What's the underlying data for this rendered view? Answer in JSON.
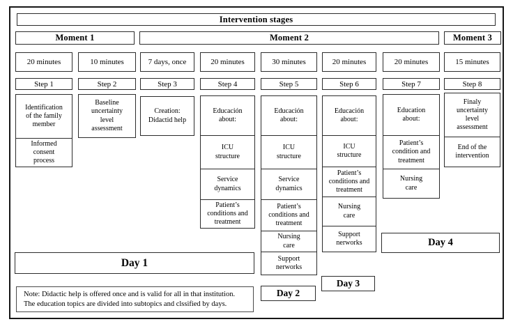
{
  "title": "Intervention stages",
  "moments": {
    "m1": "Moment 1",
    "m2": "Moment 2",
    "m3": "Moment 3"
  },
  "columns": [
    {
      "time": "20 minutes",
      "step": "Step 1",
      "items": [
        "Identification\nof the family\nmember",
        "Informed\nconsent\nprocess"
      ]
    },
    {
      "time": "10 minutes",
      "step": "Step 2",
      "items": [
        "Baseline\nuncertainty\nlevel\nassessment"
      ]
    },
    {
      "time": "7 days, once",
      "step": "Step 3",
      "items": [
        "Creation:\nDidactid help"
      ]
    },
    {
      "time": "20 minutes",
      "step": "Step 4",
      "items": [
        "Educación\nabout:",
        "ICU\nstructure",
        "Service\ndynamics",
        "Patient’s\nconditions and\ntreatment"
      ]
    },
    {
      "time": "30 minutes",
      "step": "Step 5",
      "items": [
        "Educación\nabout:",
        "ICU\nstructure",
        "Service\ndynamics",
        "Patient’s\nconditions and\ntreatment",
        "Nursing\ncare",
        "Support\nnerworks"
      ]
    },
    {
      "time": "20 minutes",
      "step": "Step 6",
      "items": [
        "Educación\nabout:",
        "ICU\nstructure",
        "Patient’s\nconditions and\ntreatment",
        "Nursing\ncare",
        "Support\nnerworks"
      ]
    },
    {
      "time": "20 minutes",
      "step": "Step 7",
      "items": [
        "Education\nabout:",
        "Patient’s\ncondition and\ntreatment",
        "Nursing\ncare"
      ]
    },
    {
      "time": "15 minutes",
      "step": "Step 8",
      "items": [
        "Finaly\nuncertainty\nlevel\nassessment",
        "End of the\nintervention"
      ]
    }
  ],
  "days": {
    "d1": "Day 1",
    "d2": "Day 2",
    "d3": "Day 3",
    "d4": "Day 4"
  },
  "note": {
    "line1": "Note: Didactic help is offered once and is valid for all in that institution.",
    "line2": "The education topics are divided into subtopics and clssified by days."
  }
}
